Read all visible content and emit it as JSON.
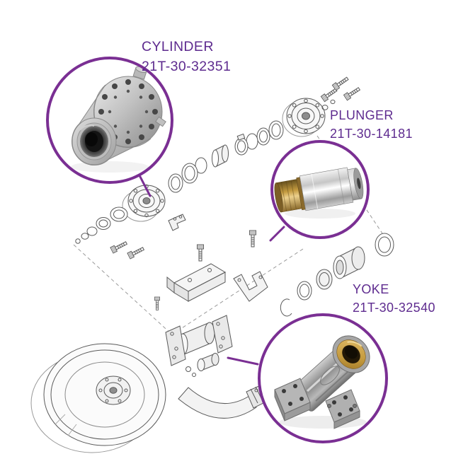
{
  "colors": {
    "accent_purple": "#7a2f93",
    "label_text": "#5e2b8f",
    "line_art_gray": "#5a5a5a",
    "background": "#ffffff",
    "brass": "#c39a3f",
    "steel": "#c6c6c6"
  },
  "callouts": {
    "cylinder": {
      "name": "CYLINDER",
      "part_number": "21T-30-32351"
    },
    "plunger": {
      "name": "PLUNGER",
      "part_number": "21T-30-14181"
    },
    "yoke": {
      "name": "YOKE",
      "part_number": "21T-30-32540"
    }
  }
}
